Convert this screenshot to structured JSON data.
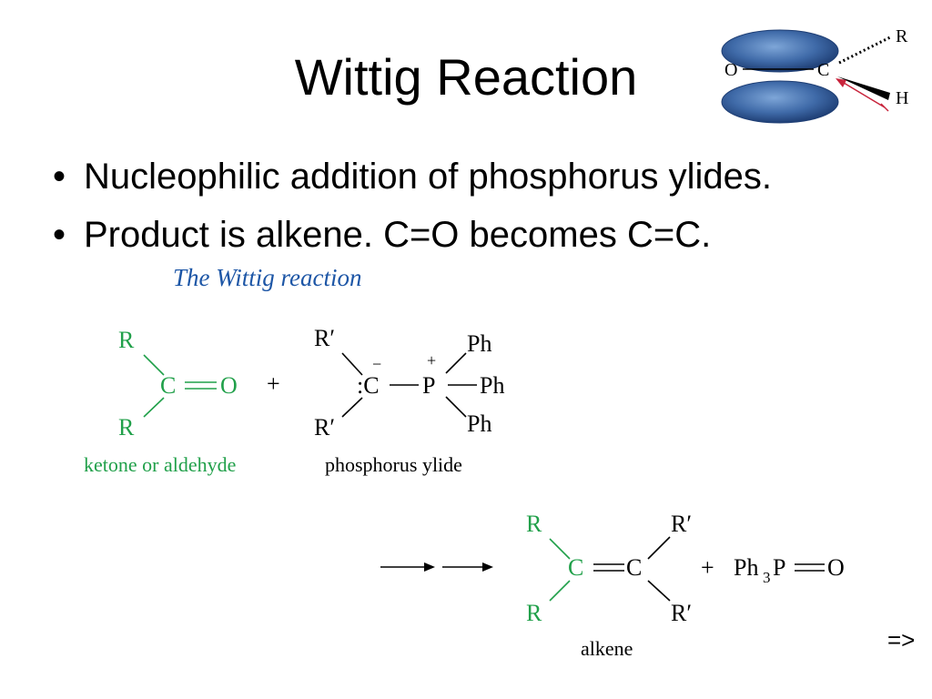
{
  "slide": {
    "title": "Wittig Reaction",
    "bullets": [
      "Nucleophilic addition of phosphorus ylides.",
      "Product is alkene.  C=O becomes C=C."
    ],
    "bullet_glyph": "•",
    "next_arrow": "=>"
  },
  "orbital_figure": {
    "o_label": "O",
    "c_label": "C",
    "r_label": "R",
    "h_label": "H"
  },
  "figure": {
    "caption": "The Wittig reaction",
    "reactant1": {
      "r_top": "R",
      "c": "C",
      "o": "O",
      "r_bottom": "R",
      "label": "ketone or aldehyde"
    },
    "plus": "+",
    "reactant2": {
      "r_top": "R′",
      "minus": "−",
      "carbanion": ":C",
      "plus_charge": "+",
      "p": "P",
      "ph1": "Ph",
      "ph2": "Ph",
      "ph3": "Ph",
      "r_bottom": "R′",
      "label": "phosphorus ylide"
    },
    "product": {
      "r_top_left": "R",
      "c1": "C",
      "c2": "C",
      "r_top_right": "R′",
      "r_bottom_left": "R",
      "r_bottom_right": "R′",
      "plus": "+",
      "ph3po_main": "Ph",
      "ph3po_sub": "3",
      "ph3po_p": "P",
      "ph3po_o": "O",
      "label": "alkene"
    }
  },
  "colors": {
    "green": "#21a04a",
    "blue_caption": "#1d56a6",
    "orbital_blue": "#3f6aa8",
    "arrow_red": "#c8243c"
  }
}
